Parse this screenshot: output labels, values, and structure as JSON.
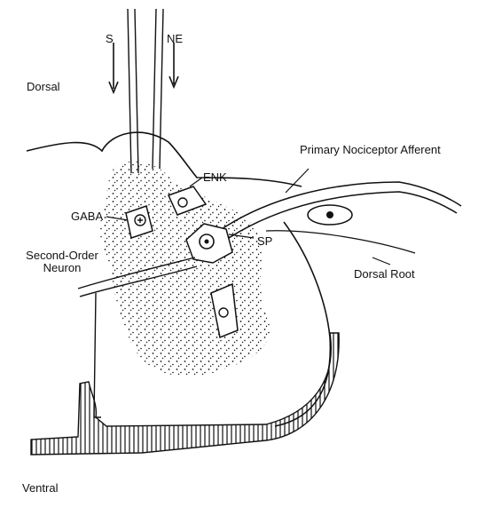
{
  "labels": {
    "s": "S",
    "ne": "NE",
    "dorsal": "Dorsal",
    "ventral": "Ventral",
    "primary_afferent": "Primary Nociceptor Afferent",
    "enk": "ENK",
    "gaba": "GABA",
    "sp": "SP",
    "second_order_line1": "Second-Order",
    "second_order_line2": "Neuron",
    "dorsal_root": "Dorsal Root"
  },
  "colors": {
    "ink": "#111111",
    "background": "#ffffff"
  }
}
